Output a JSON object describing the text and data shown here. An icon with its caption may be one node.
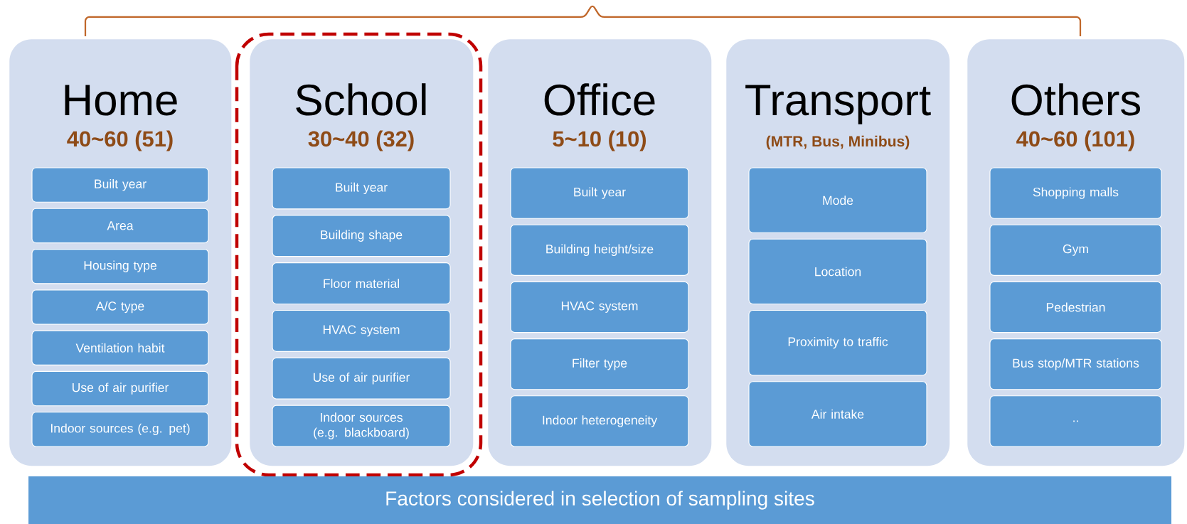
{
  "diagram": {
    "nodes": [
      {
        "text": [
          "Home",
          "40~60 (51)"
        ]
      },
      {
        "text": [
          "Built year"
        ],
        "in": 0
      },
      {
        "text": [
          "Area"
        ],
        "in": 0
      },
      {
        "text": [
          "Housing type"
        ],
        "in": 0
      },
      {
        "text": [
          "A/C type"
        ],
        "in": 0
      },
      {
        "text": [
          "Ventilation habit"
        ],
        "in": 0
      },
      {
        "text": [
          "Use of air purifier"
        ],
        "in": 0
      },
      {
        "text": [
          "Indoor sources (e.g. pet)"
        ],
        "in": 0
      },
      {
        "text": [
          "School",
          "30~40 (32)"
        ]
      },
      {
        "text": [
          "Built year"
        ],
        "in": 8
      },
      {
        "text": [
          "Building shape"
        ],
        "in": 8
      },
      {
        "text": [
          "Floor material"
        ],
        "in": 8
      },
      {
        "text": [
          "HVAC system"
        ],
        "in": 8
      },
      {
        "text": [
          "Use of air purifier"
        ],
        "in": 8
      },
      {
        "text": [
          "Indoor sources (e.g. blackboard)"
        ],
        "in": 8
      },
      {
        "text": [
          "Office",
          "5~10 (10)"
        ]
      },
      {
        "text": [
          "Built year"
        ],
        "in": 15
      },
      {
        "text": [
          "Building height/size"
        ],
        "in": 15
      },
      {
        "text": [
          "HVAC system"
        ],
        "in": 15
      },
      {
        "text": [
          "Filter type"
        ],
        "in": 15
      },
      {
        "text": [
          "Indoor heterogeneity"
        ],
        "in": 15
      },
      {
        "text": [
          "Transport",
          "(MTR, Bus, Minibus)"
        ]
      },
      {
        "text": [
          "Mode"
        ],
        "in": 21
      },
      {
        "text": [
          "Location"
        ],
        "in": 21
      },
      {
        "text": [
          "Proximity to traffic"
        ],
        "in": 21
      },
      {
        "text": [
          "Air intake"
        ],
        "in": 21
      },
      {
        "text": [
          "Others",
          "40~60 (101)"
        ]
      },
      {
        "text": [
          "Shopping malls"
        ],
        "in": 26
      },
      {
        "text": [
          "Gym"
        ],
        "in": 26
      },
      {
        "text": [
          "Pedestrian"
        ],
        "in": 26
      },
      {
        "text": [
          "Bus stop/MTR stations"
        ],
        "in": 26
      },
      {
        "text": [
          ".."
        ],
        "in": 26
      },
      {
        "text": [
          "Factors considered in selection of sampling sites"
        ]
      }
    ]
  }
}
